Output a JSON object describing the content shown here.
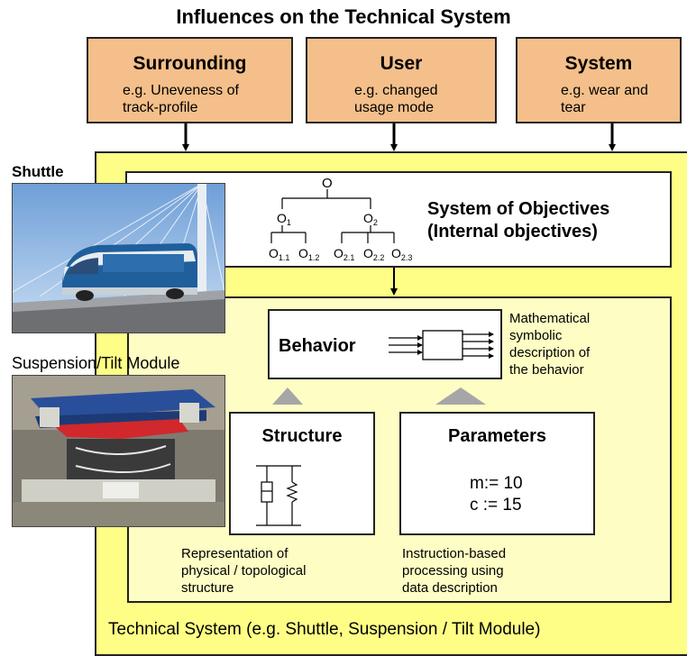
{
  "title": "Influences on the Technical System",
  "influences": [
    {
      "heading": "Surrounding",
      "lines": [
        "e.g. Uneveness of",
        "track-profile"
      ]
    },
    {
      "heading": "User",
      "lines": [
        "e.g. changed",
        "usage mode"
      ]
    },
    {
      "heading": "System",
      "lines": [
        "e.g. wear and",
        "tear"
      ]
    }
  ],
  "photos": {
    "shuttle_label": "Shuttle",
    "module_label": "Suspension/Tilt Module"
  },
  "objectives": {
    "title_line1": "System of Objectives",
    "title_line2": "(Internal objectives)",
    "tree": {
      "root": "O",
      "l1": [
        "O",
        "O"
      ],
      "l1_sub": [
        "1",
        "2"
      ],
      "l2": [
        "O",
        "O",
        "O",
        "O",
        "O"
      ],
      "l2_sub": [
        "1.1",
        "1.2",
        "2.1",
        "2.2",
        "2.3"
      ]
    }
  },
  "behavior": {
    "title": "Behavior",
    "desc_lines": [
      "Mathematical",
      "symbolic",
      "description of",
      "the behavior"
    ]
  },
  "structure": {
    "title": "Structure",
    "desc_lines": [
      "Representation of",
      "physical / topological",
      "structure"
    ]
  },
  "parameters": {
    "title": "Parameters",
    "value_lines": [
      "m:= 10",
      "c := 15"
    ],
    "desc_lines": [
      "Instruction-based",
      "processing using",
      "data description"
    ]
  },
  "footer": "Technical System (e.g. Shuttle, Suspension / Tilt Module)",
  "colors": {
    "influence_fill": "#f4bf8a",
    "outer_fill": "#fefe86",
    "inner_fill": "#fdfdc4",
    "triangle": "#a6a6a6"
  }
}
